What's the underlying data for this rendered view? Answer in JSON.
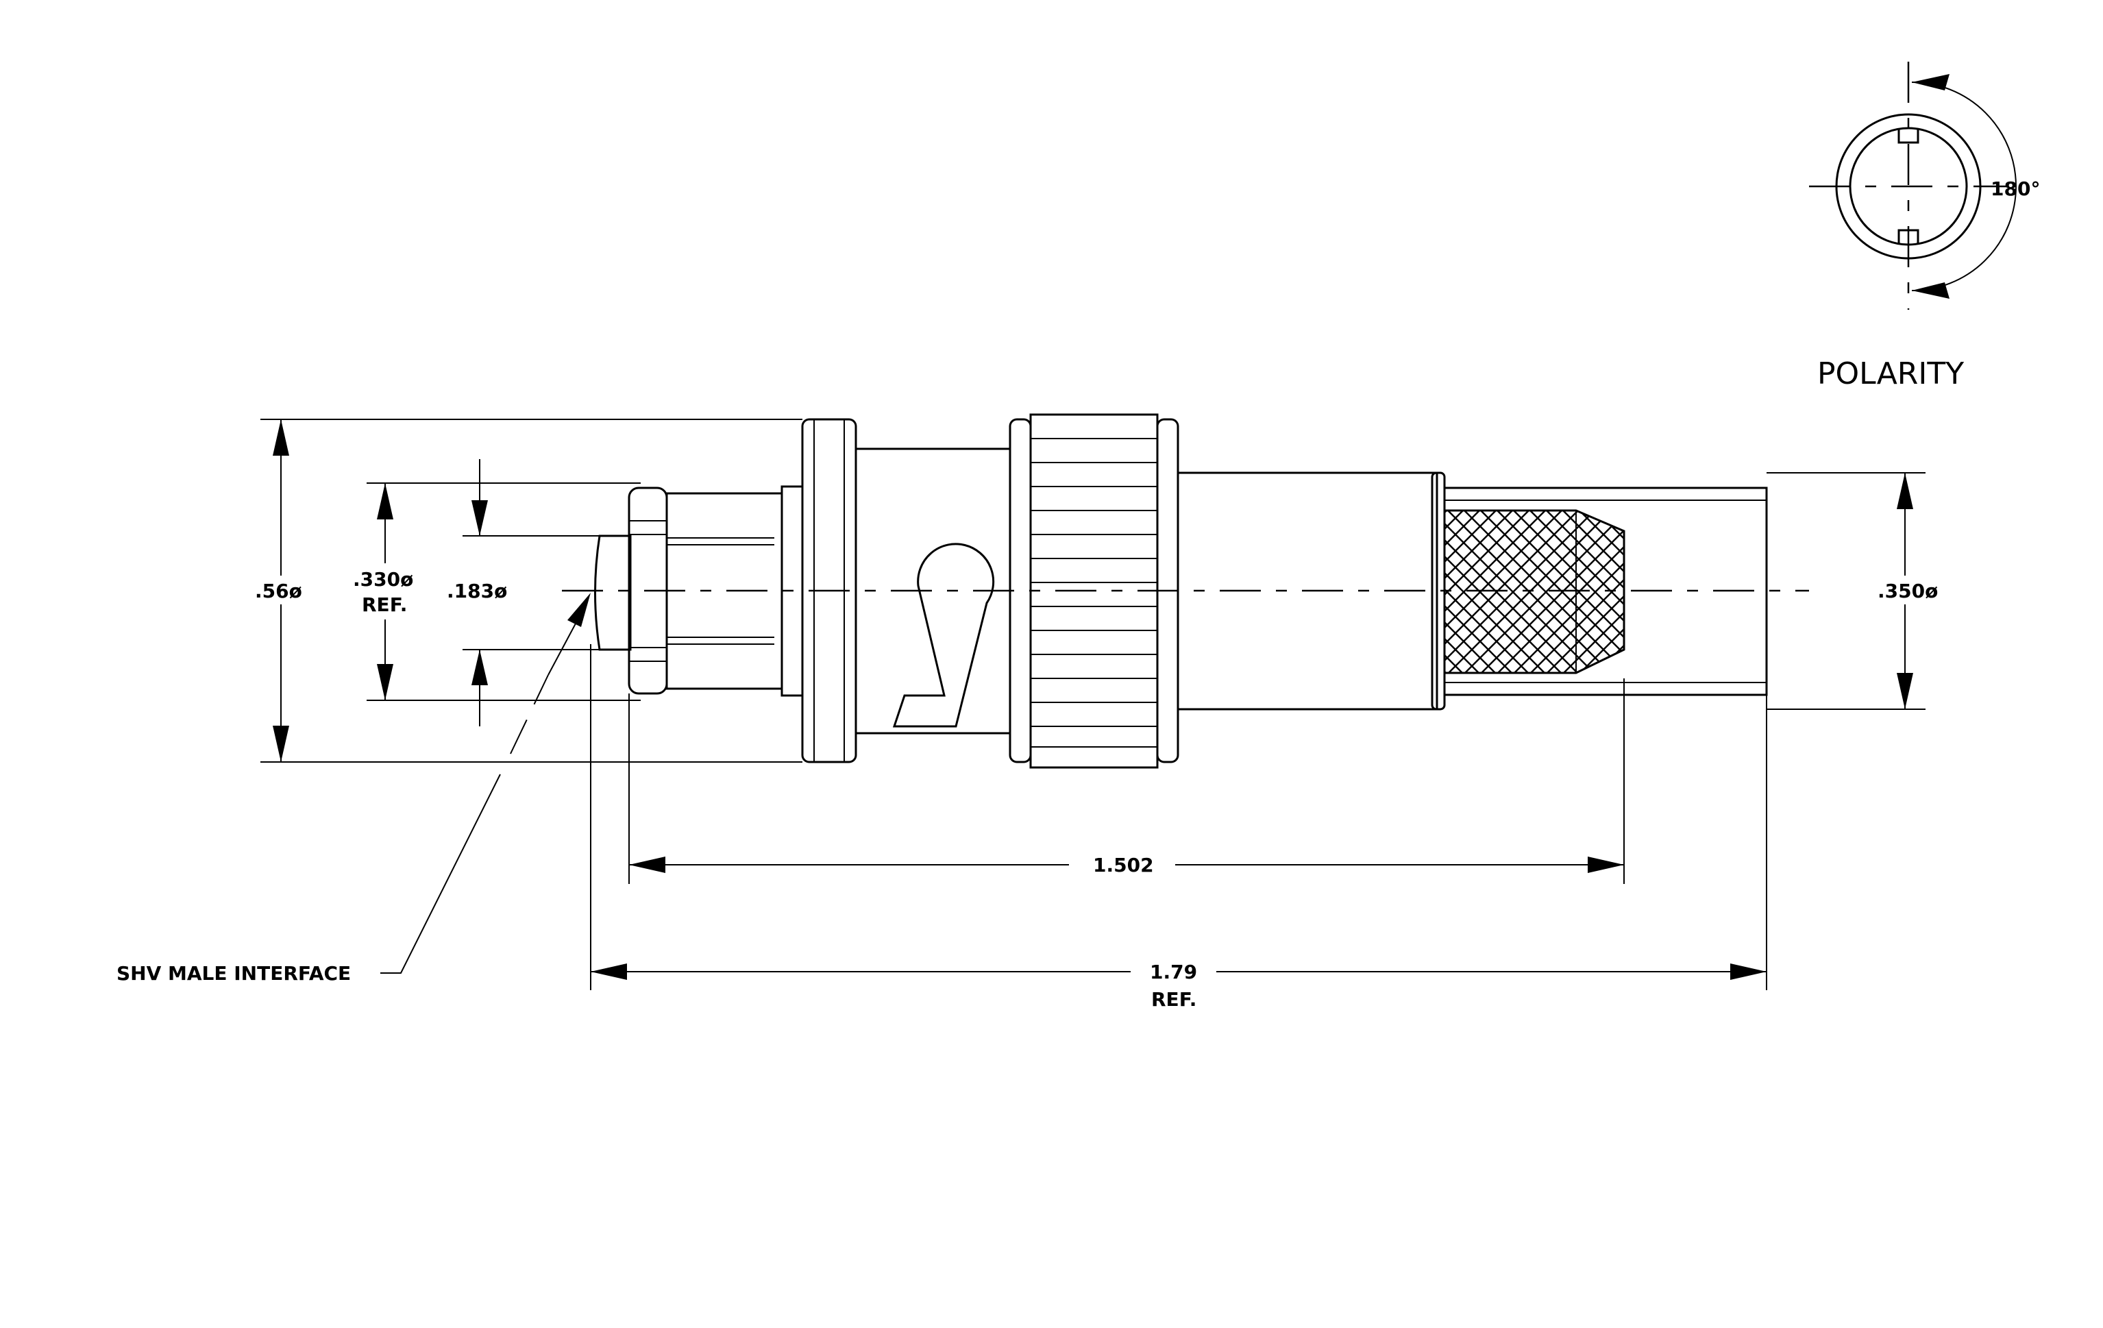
{
  "drawing": {
    "polarity_label": "POLARITY",
    "polarity_angle": "180°",
    "dim_overall_dia": ".56ø",
    "dim_interface_dia": ".330ø",
    "dim_interface_ref": "REF.",
    "dim_pin_dia": ".183ø",
    "dim_cable_dia": ".350ø",
    "dim_length_1": "1.502",
    "dim_length_2": "1.79",
    "dim_length_2_ref": "REF.",
    "callout_interface": "SHV MALE INTERFACE"
  }
}
